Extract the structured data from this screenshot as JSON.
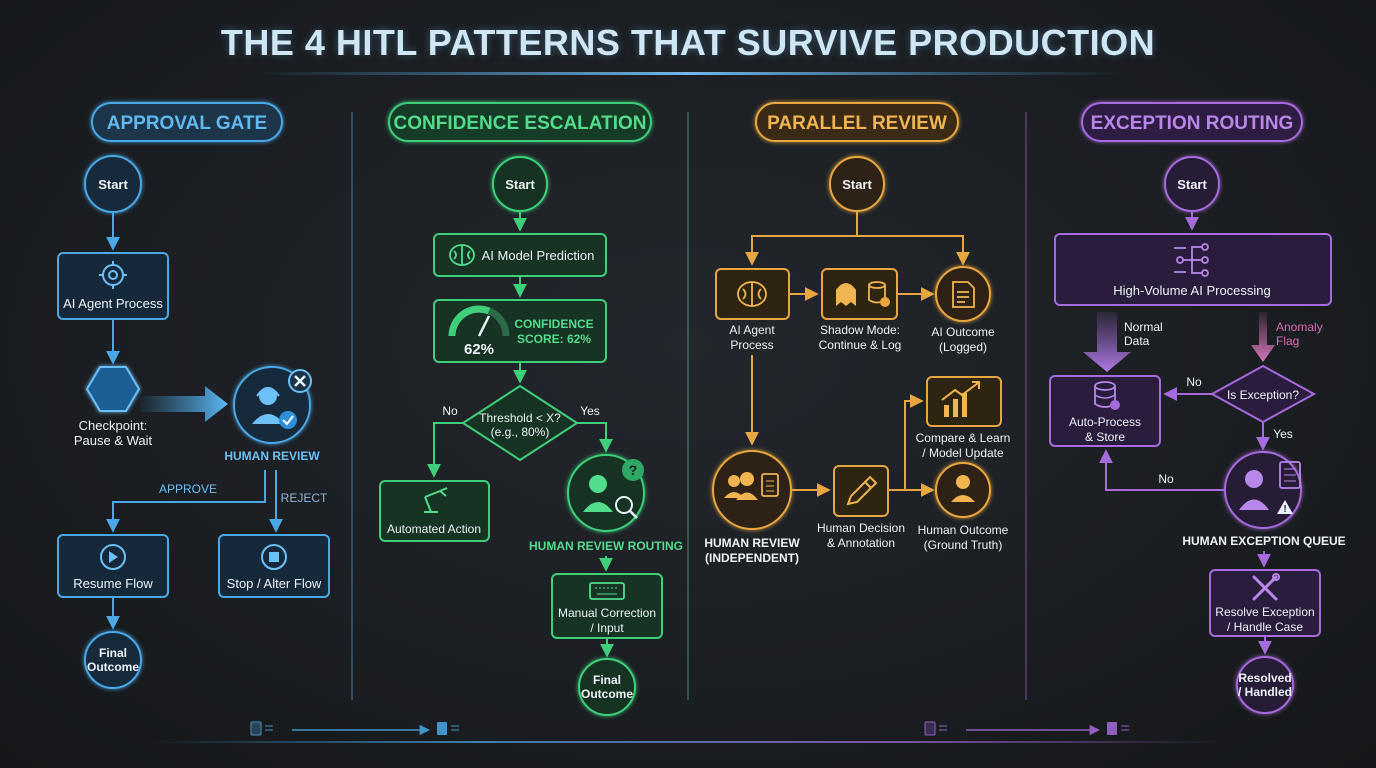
{
  "title": "THE 4 HITL PATTERNS THAT SURVIVE PRODUCTION",
  "colors": {
    "blue": "#4aa8e6",
    "green": "#3ecf7a",
    "orange": "#e8a640",
    "purple": "#a66bdc",
    "pink": "#d76fb5",
    "background": "#1d2024"
  },
  "approval_gate": {
    "header": "APPROVAL GATE",
    "start": "Start",
    "agent": "AI Agent Process",
    "checkpoint_1": "Checkpoint:",
    "checkpoint_2": "Pause & Wait",
    "review": "HUMAN REVIEW",
    "approve": "APPROVE",
    "reject": "REJECT",
    "resume": "Resume Flow",
    "stop": "Stop / Alter Flow",
    "final_1": "Final",
    "final_2": "Outcome"
  },
  "confidence_escalation": {
    "header": "CONFIDENCE ESCALATION",
    "start": "Start",
    "prediction": "AI Model Prediction",
    "gauge_value": "62%",
    "score_1": "CONFIDENCE",
    "score_2": "SCORE: 62%",
    "threshold_1": "Threshold < X?",
    "threshold_2": "(e.g., 80%)",
    "no": "No",
    "yes": "Yes",
    "automated": "Automated Action",
    "routing": "HUMAN REVIEW ROUTING",
    "manual_1": "Manual Correction",
    "manual_2": "/ Input",
    "final_1": "Final",
    "final_2": "Outcome"
  },
  "parallel_review": {
    "header": "PARALLEL REVIEW",
    "start": "Start",
    "agent_1": "AI Agent",
    "agent_2": "Process",
    "shadow_1": "Shadow Mode:",
    "shadow_2": "Continue & Log",
    "ai_outcome_1": "AI Outcome",
    "ai_outcome_2": "(Logged)",
    "compare_1": "Compare & Learn",
    "compare_2": "/ Model Update",
    "human_review_1": "HUMAN REVIEW",
    "human_review_2": "(INDEPENDENT)",
    "decision_1": "Human Decision",
    "decision_2": "& Annotation",
    "human_outcome_1": "Human Outcome",
    "human_outcome_2": "(Ground Truth)"
  },
  "exception_routing": {
    "header": "EXCEPTION ROUTING",
    "start": "Start",
    "processing": "High-Volume AI Processing",
    "normal_1": "Normal",
    "normal_2": "Data",
    "anomaly_1": "Anomaly",
    "anomaly_2": "Flag",
    "auto_1": "Auto-Process",
    "auto_2": "& Store",
    "is_exception": "Is Exception?",
    "no_top": "No",
    "yes": "Yes",
    "no_bottom": "No",
    "queue": "HUMAN EXCEPTION QUEUE",
    "resolve_1": "Resolve Exception",
    "resolve_2": "/ Handle Case",
    "resolved_1": "Resolved",
    "resolved_2": "/ Handled"
  }
}
